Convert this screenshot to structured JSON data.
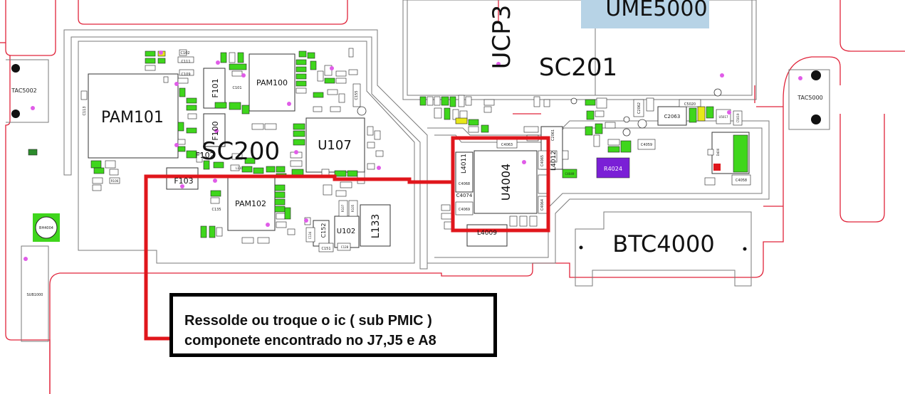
{
  "labels": {
    "ume5000": "UME5000",
    "ucp3": "UCP3",
    "sc201": "SC201",
    "pam101": "PAM101",
    "pam100": "PAM100",
    "pam102": "PAM102",
    "sc200": "SC200",
    "u107": "U107",
    "u102": "U102",
    "u4004": "U4004",
    "l133": "L133",
    "btc4000": "BTC4000",
    "tac5002": "TAC5002",
    "tac5000": "TAC5000",
    "bh4004": "BH4004",
    "sub1000": "SUB1000",
    "f101": "F101",
    "f100": "F100",
    "f102": "F102",
    "f103": "F103",
    "r4024": "R4024",
    "l4011": "L4011",
    "l4012": "L4012",
    "l4009": "L4009",
    "c4069": "C4069",
    "c4074": "C4074",
    "c4063": "C4063",
    "c4068": "C4068",
    "c4064": "C4064",
    "c4065": "C4065",
    "c4059": "C4059",
    "c4058": "C4058",
    "c2063": "C2063",
    "c2061": "C2061",
    "c2062": "C2062",
    "c4049": "C4049",
    "c5020": "C5020",
    "u5017": "U5017",
    "c5019": "C5019",
    "c113": "C113",
    "c109": "C109",
    "c111": "C111",
    "c102": "C102",
    "c101": "C101",
    "c155": "C155",
    "c152": "C152",
    "c151": "C151",
    "c134": "C134",
    "c135": "C135",
    "r107": "R107",
    "r105": "R105",
    "r106": "R106",
    "c128": "C128",
    "l110": "L110",
    "d400": "D400"
  },
  "annotation": {
    "line1": "Ressolde ou troque o ic ( sub PMIC )",
    "line2": "componete encontrado no J7,J5 e A8"
  },
  "colors": {
    "board_outline": "#e0243a",
    "highlight": "#e0161c",
    "component_green": "#3fd61c",
    "component_yellow": "#e8e81a",
    "testpoint_pink": "#e05ce8",
    "purple_part": "#7a1fd6",
    "ume_bg": "#b7d3e6"
  }
}
